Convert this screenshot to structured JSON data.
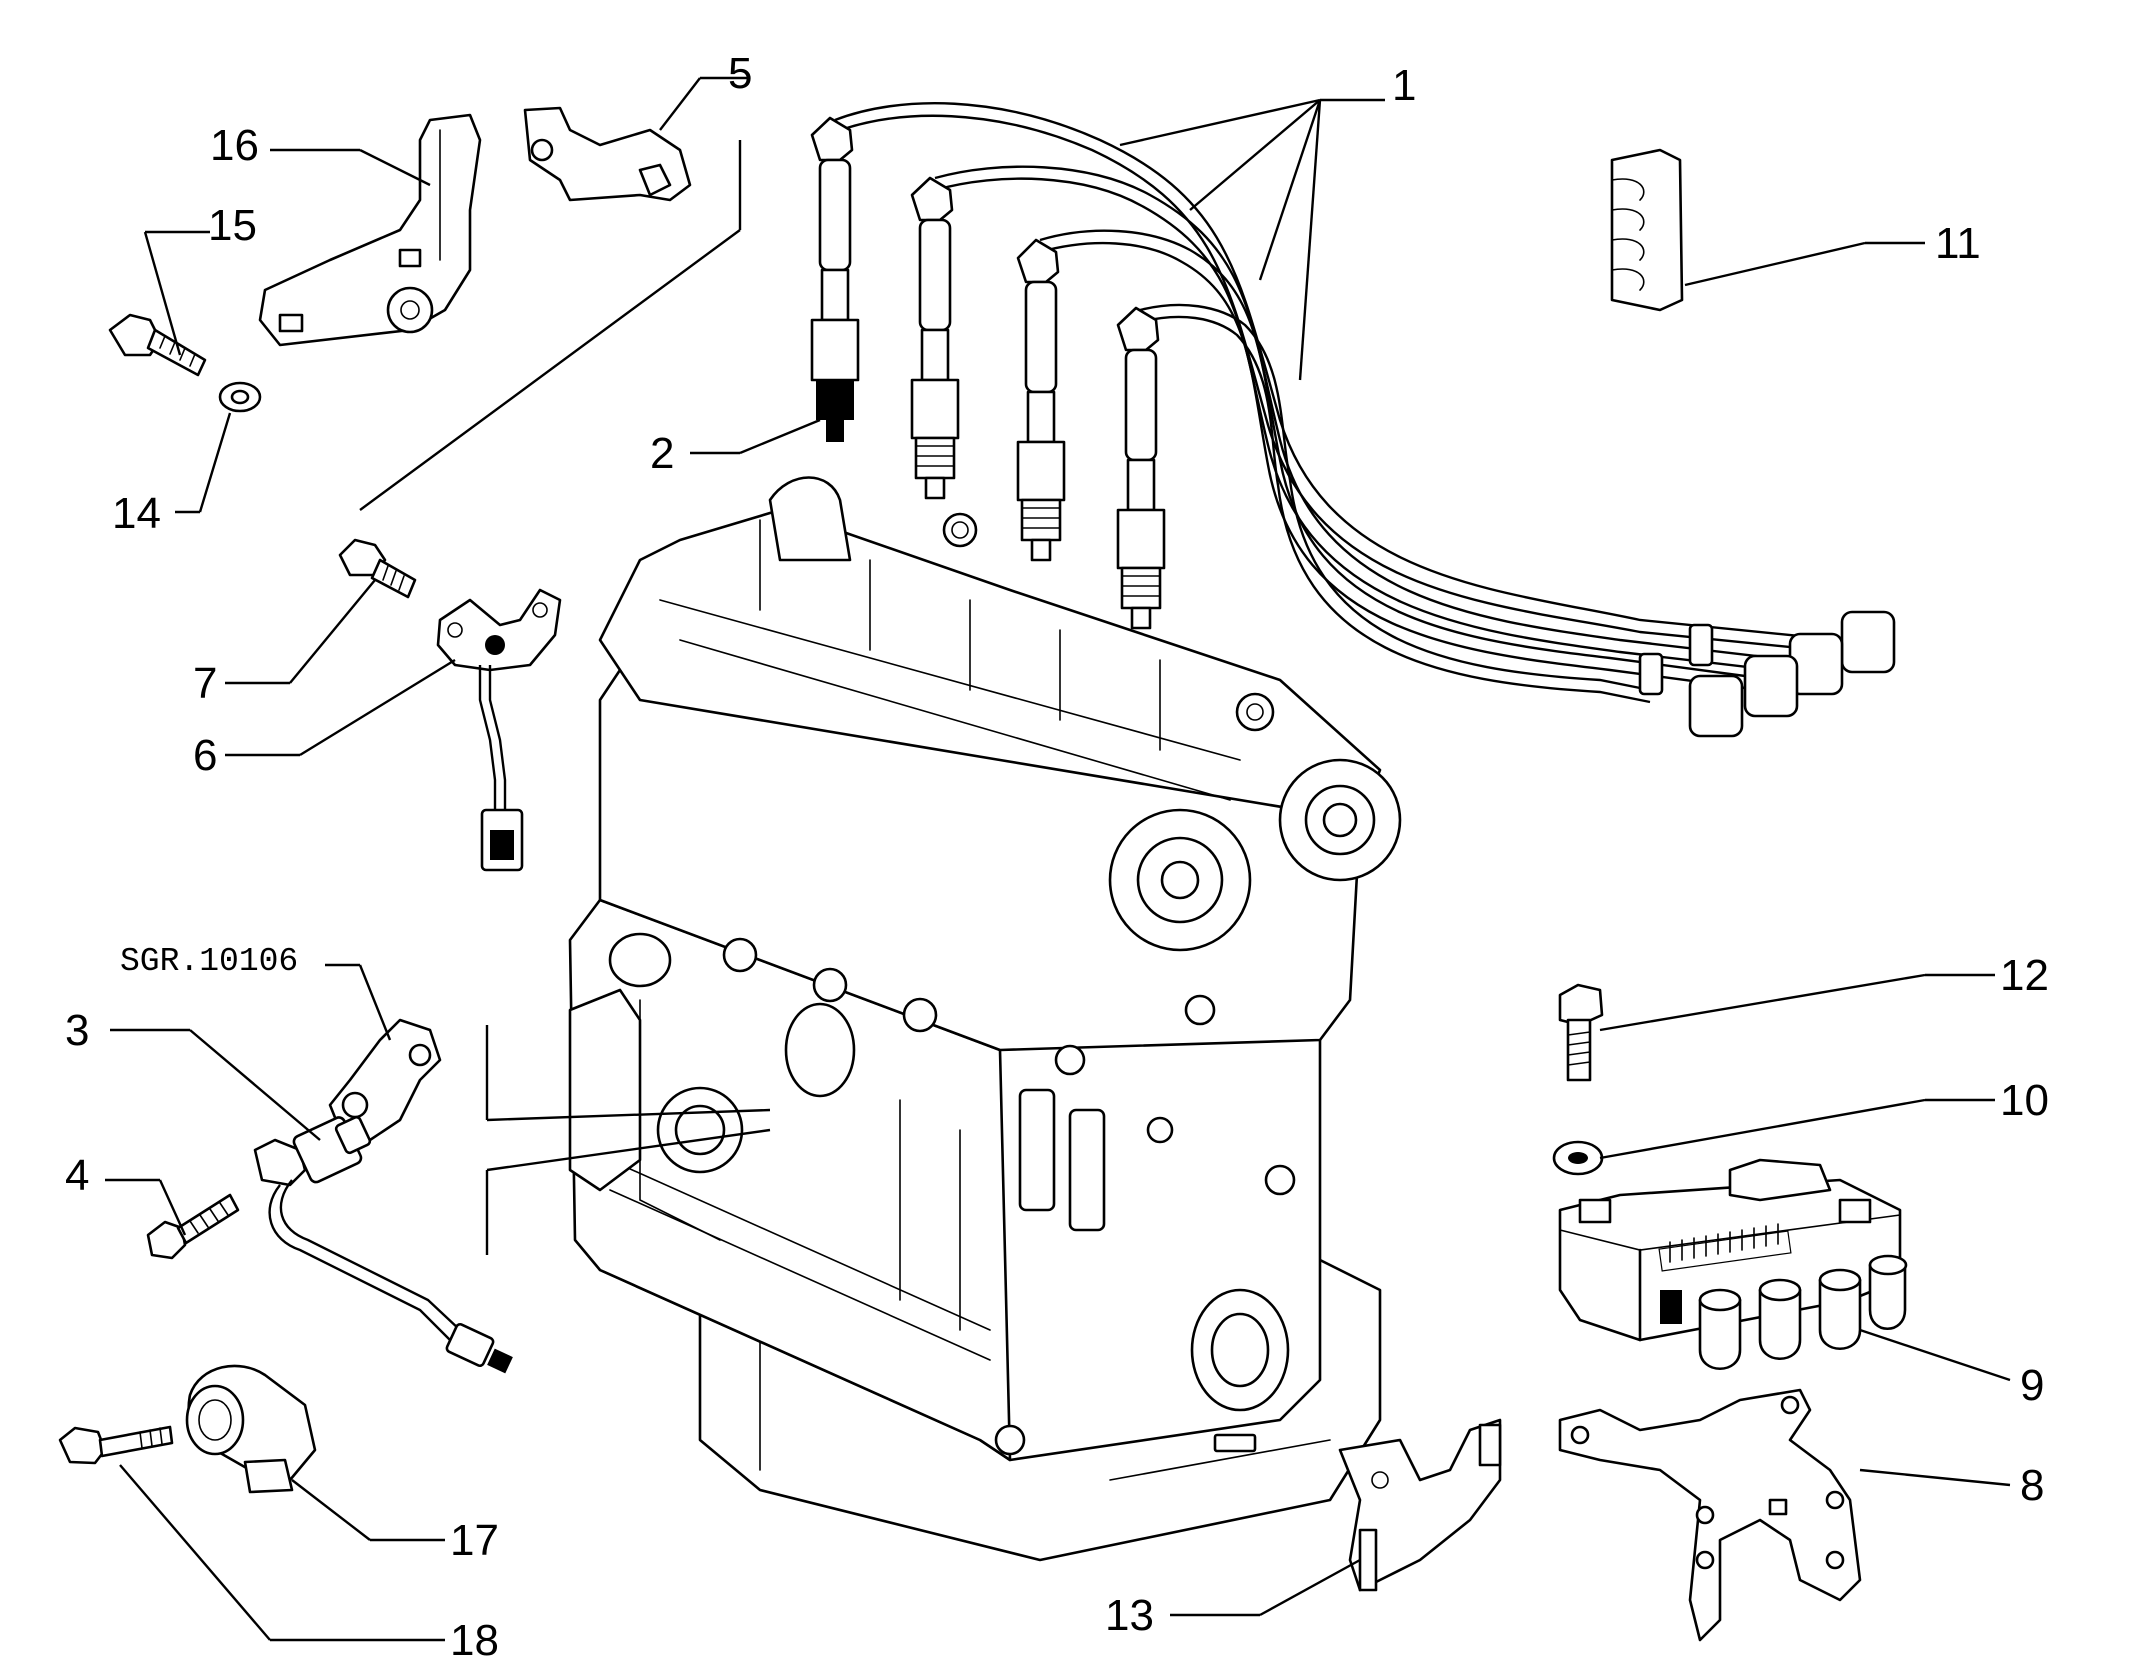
{
  "diagram": {
    "callouts": [
      {
        "id": "1",
        "text": "1"
      },
      {
        "id": "2",
        "text": "2"
      },
      {
        "id": "3",
        "text": "3"
      },
      {
        "id": "4",
        "text": "4"
      },
      {
        "id": "5",
        "text": "5"
      },
      {
        "id": "6",
        "text": "6"
      },
      {
        "id": "7",
        "text": "7"
      },
      {
        "id": "8",
        "text": "8"
      },
      {
        "id": "9",
        "text": "9"
      },
      {
        "id": "10",
        "text": "10"
      },
      {
        "id": "11",
        "text": "11"
      },
      {
        "id": "12",
        "text": "12"
      },
      {
        "id": "13",
        "text": "13"
      },
      {
        "id": "14",
        "text": "14"
      },
      {
        "id": "15",
        "text": "15"
      },
      {
        "id": "16",
        "text": "16"
      },
      {
        "id": "17",
        "text": "17"
      },
      {
        "id": "18",
        "text": "18"
      }
    ],
    "reference": "SGR.10106",
    "colors": {
      "ink": "#000000",
      "paper": "#ffffff"
    }
  }
}
